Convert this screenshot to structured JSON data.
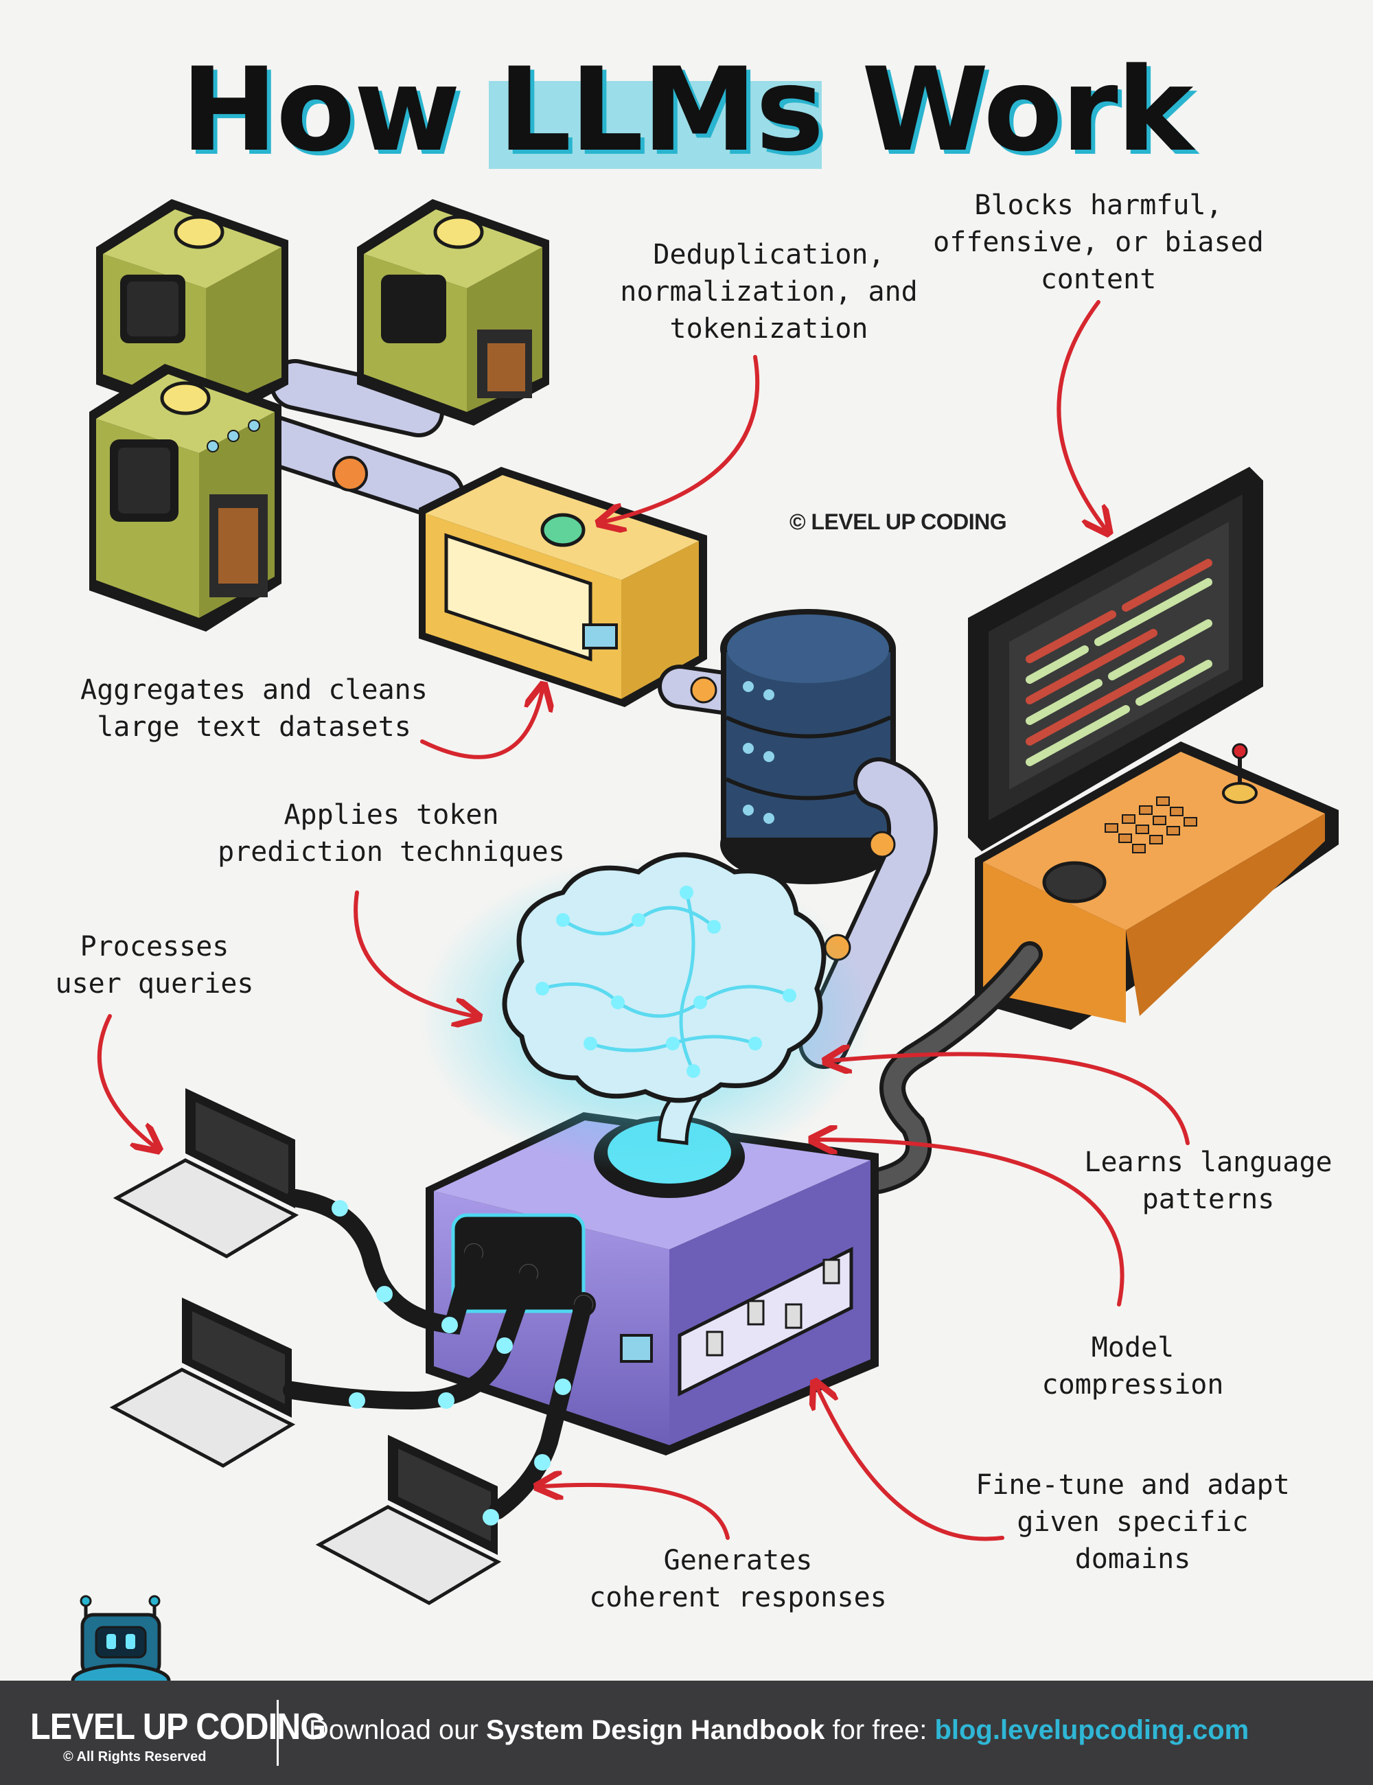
{
  "title": {
    "word1": "How",
    "word2": "LLMs",
    "word3": "Work"
  },
  "watermark": "© LEVEL UP CODING",
  "annotations": {
    "dedup": "Deduplication,\nnormalization, and\ntokenization",
    "blocks": "Blocks harmful,\noffensive, or biased\ncontent",
    "aggregates": "Aggregates and cleans\nlarge text datasets",
    "applies": "Applies token\nprediction techniques",
    "processes": "Processes\nuser queries",
    "learns": "Learns language\npatterns",
    "compression": "Model\ncompression",
    "finetune": "Fine-tune and adapt\ngiven specific\ndomains",
    "generates": "Generates\ncoherent responses"
  },
  "footer": {
    "brand": "LEVEL UP CODING",
    "rights": "© All Rights Reserved",
    "cta_prefix": "Download our ",
    "cta_bold": "System Design Handbook",
    "cta_middle": " for free: ",
    "cta_link": "blog.levelupcoding.com"
  },
  "colors": {
    "accent": "#29b4cf",
    "arrow": "#d6262e",
    "footer_bg": "#3a3a3c",
    "link": "#2fb7d6",
    "server": "#a8b04a",
    "processor": "#f0c050",
    "database": "#2d4a6e",
    "model_box": "#7d6ec9",
    "brain_glow": "#4fd8f0",
    "console": "#e8922e"
  },
  "icons": {
    "servers": "server-tower-icon",
    "processor": "data-processor-icon",
    "database": "database-icon",
    "brain": "brain-icon",
    "monitor": "monitor-icon",
    "console": "control-console-icon",
    "laptops": "laptop-icon",
    "mascot": "robot-mascot-icon"
  }
}
